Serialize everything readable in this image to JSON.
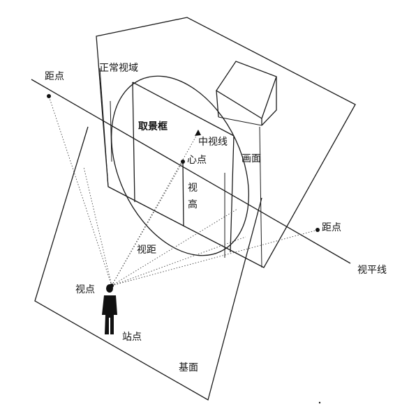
{
  "labels": {
    "zhengchang_shiyu": "正常视域",
    "juli_left": "距点",
    "juli_right": "距点",
    "qujingkuang": "取景框",
    "zhongshixian": "中视线",
    "xindian": "心点",
    "huamian": "画面",
    "shi": "视",
    "gao": "高",
    "shiju": "视距",
    "shipingxian": "视平线",
    "shidian": "视点",
    "zhandian": "站点",
    "jimian": "基面"
  }
}
